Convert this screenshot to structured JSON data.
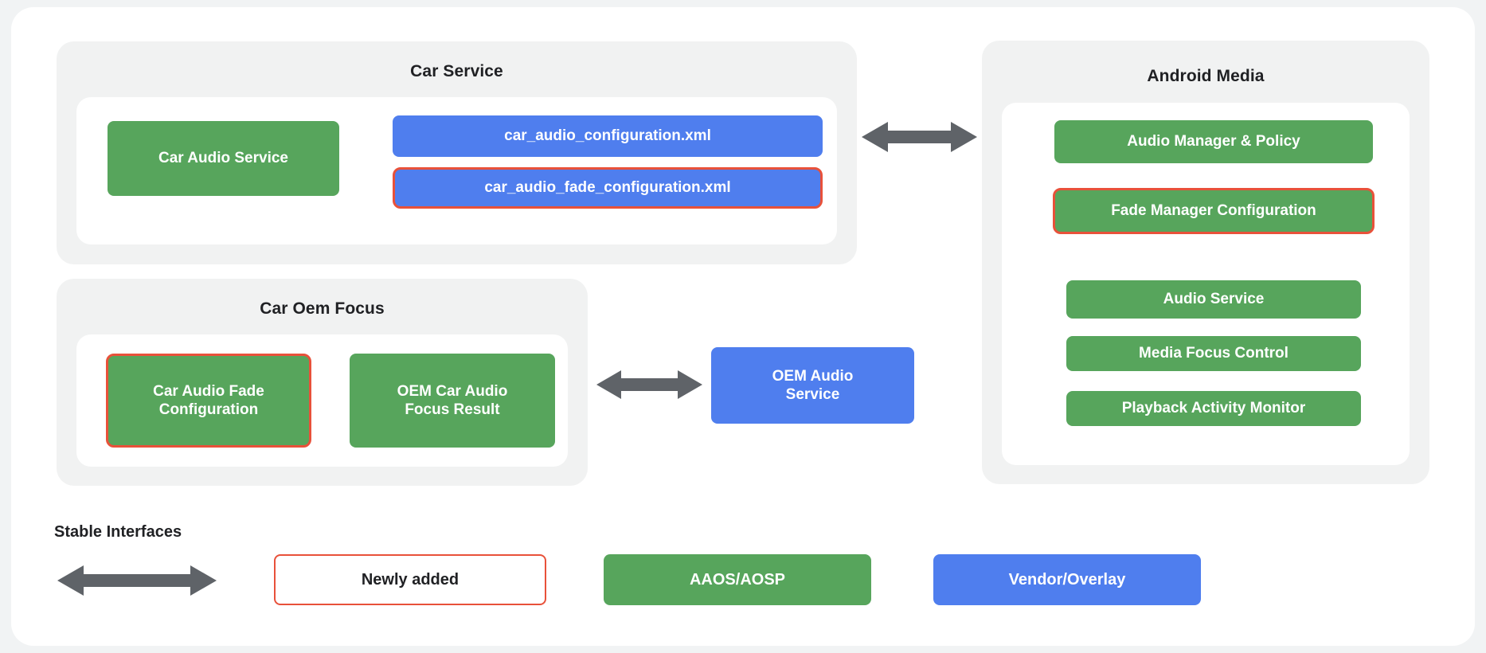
{
  "colors": {
    "page_background": "#f1f3f4",
    "card_background": "#ffffff",
    "group_background": "#f1f2f2",
    "green_aaos": "#57a55c",
    "blue_vendor": "#4f7eee",
    "red_newly_added": "#e8513a",
    "arrow_gray": "#5f6368",
    "text_dark": "#202124",
    "text_light": "#ffffff"
  },
  "groups": {
    "car_service": {
      "title": "Car Service",
      "nodes": [
        {
          "label": "Car Audio Service",
          "style": "green",
          "outlined": false
        },
        {
          "label": "car_audio_configuration.xml",
          "style": "blue",
          "outlined": false
        },
        {
          "label": "car_audio_fade_configuration.xml",
          "style": "blue",
          "outlined": true
        }
      ]
    },
    "car_oem_focus": {
      "title": "Car Oem Focus",
      "nodes": [
        {
          "label": "Car Audio Fade\nConfiguration",
          "style": "green",
          "outlined": true
        },
        {
          "label": "OEM Car Audio\nFocus Result",
          "style": "green",
          "outlined": false
        }
      ]
    },
    "android_media": {
      "title": "Android Media",
      "nodes": [
        {
          "label": "Audio Manager & Policy",
          "style": "green",
          "outlined": false
        },
        {
          "label": "Fade Manager Configuration",
          "style": "green",
          "outlined": true
        },
        {
          "label": "Audio Service",
          "style": "green",
          "outlined": false
        },
        {
          "label": "Media Focus Control",
          "style": "green",
          "outlined": false
        },
        {
          "label": "Playback Activity Monitor",
          "style": "green",
          "outlined": false
        }
      ]
    }
  },
  "standalone": {
    "oem_audio_service": {
      "label": "OEM Audio\nService",
      "style": "blue"
    }
  },
  "arrows": [
    {
      "name": "car-service-to-android-media",
      "direction": "bidirectional"
    },
    {
      "name": "car-oem-focus-to-oem-audio-service",
      "direction": "bidirectional"
    },
    {
      "name": "legend-stable-interfaces",
      "direction": "bidirectional"
    }
  ],
  "legend": {
    "stable_interfaces_label": "Stable Interfaces",
    "items": [
      {
        "label": "Newly added",
        "style": "newly"
      },
      {
        "label": "AAOS/AOSP",
        "style": "green"
      },
      {
        "label": "Vendor/Overlay",
        "style": "blue"
      }
    ]
  }
}
